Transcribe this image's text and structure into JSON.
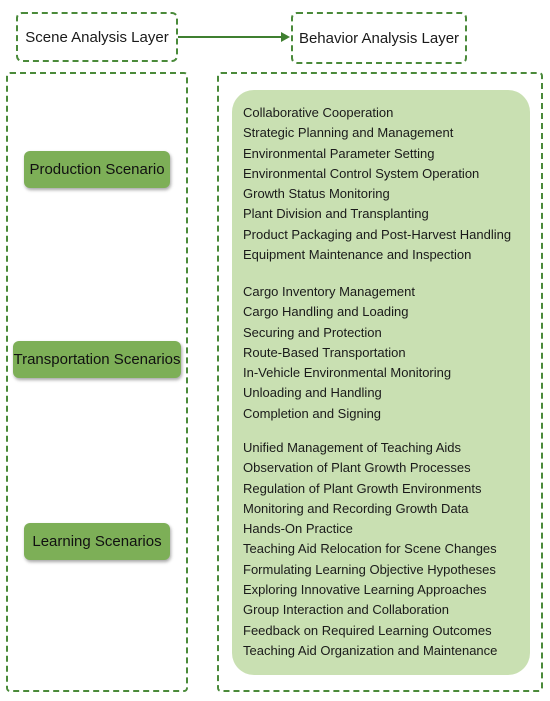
{
  "headers": {
    "scene": "Scene Analysis Layer",
    "behavior": "Behavior Analysis Layer"
  },
  "scenarios": {
    "production": "Production Scenario",
    "transportation": "Transportation Scenarios",
    "learning": "Learning Scenarios"
  },
  "behaviors": {
    "production": [
      "Collaborative Cooperation",
      "Strategic Planning and Management",
      "Environmental Parameter Setting",
      "Environmental Control System Operation",
      "Growth Status Monitoring",
      "Plant Division and Transplanting",
      "Product Packaging and Post-Harvest Handling",
      "Equipment Maintenance and Inspection"
    ],
    "transportation": [
      "Cargo Inventory Management",
      "Cargo Handling and Loading",
      "Securing and Protection",
      "Route-Based Transportation",
      "In-Vehicle Environmental Monitoring",
      "Unloading and Handling",
      "Completion and Signing"
    ],
    "learning": [
      "Unified Management of Teaching Aids",
      "Observation of Plant Growth Processes",
      "Regulation of Plant Growth Environments",
      "Monitoring and Recording Growth Data",
      "Hands-On Practice",
      "Teaching Aid Relocation for Scene Changes",
      "Formulating Learning Objective Hypotheses",
      "Exploring Innovative Learning Approaches",
      "Group Interaction and Collaboration",
      "Feedback on Required Learning Outcomes",
      "Teaching Aid Organization and Maintenance"
    ]
  },
  "colors": {
    "accent_green": "#4a8a3a",
    "scenario_fill": "#7daf57",
    "behavior_fill": "#c9e0b2"
  }
}
